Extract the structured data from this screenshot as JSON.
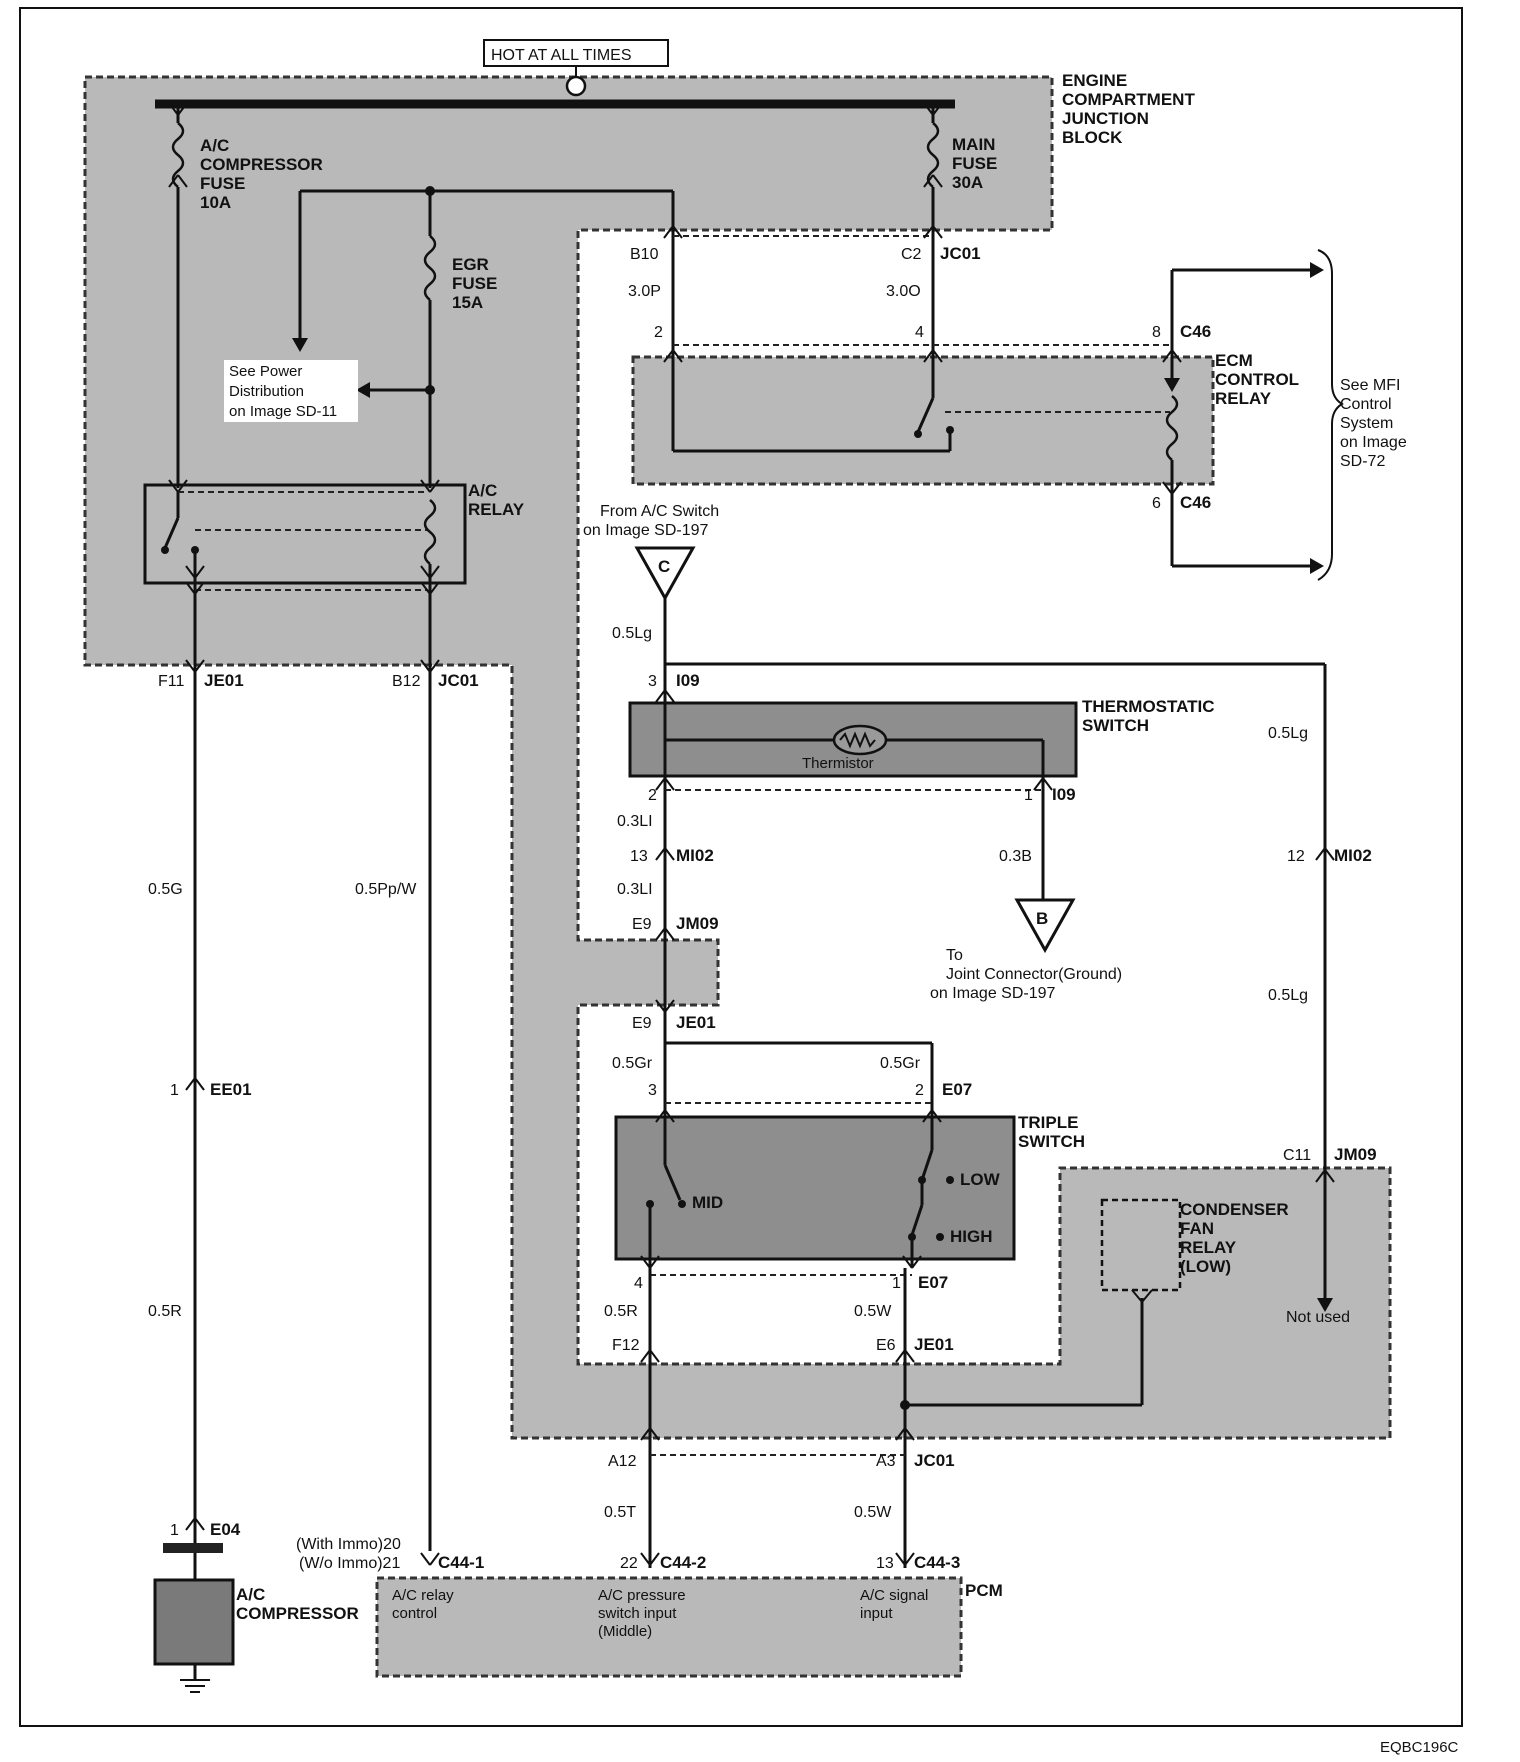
{
  "hot_label": "HOT AT ALL TIMES",
  "junction_block": [
    "ENGINE",
    "COMPARTMENT",
    "JUNCTION",
    "BLOCK"
  ],
  "ac_comp_fuse": [
    "A/C",
    "COMPRESSOR",
    "FUSE",
    "10A"
  ],
  "main_fuse": [
    "MAIN",
    "FUSE",
    "30A"
  ],
  "egr_fuse": [
    "EGR",
    "FUSE",
    "15A"
  ],
  "see_power": [
    "See Power",
    "Distribution",
    "on Image SD-11"
  ],
  "ac_relay": [
    "A/C",
    "RELAY"
  ],
  "ecm_relay": [
    "ECM",
    "CONTROL",
    "RELAY"
  ],
  "see_mfi": [
    "See MFI",
    "Control",
    "System",
    "on Image",
    "SD-72"
  ],
  "from_ac_switch": [
    "From A/C Switch",
    "on Image SD-197"
  ],
  "thermostatic": [
    "THERMOSTATIC",
    "SWITCH"
  ],
  "thermistor": "Thermistor",
  "to_joint": [
    "To",
    "Joint Connector(Ground)",
    "on Image SD-197"
  ],
  "triple": [
    "TRIPLE",
    "SWITCH"
  ],
  "mid": "MID",
  "low": "LOW",
  "high": "HIGH",
  "condenser": [
    "CONDENSER",
    "FAN",
    "RELAY",
    "(LOW)"
  ],
  "not_used": "Not used",
  "ac_compressor": [
    "A/C",
    "COMPRESSOR"
  ],
  "pcm": "PCM",
  "pcm_relay": [
    "A/C relay",
    "control"
  ],
  "pcm_pressure": [
    "A/C pressure",
    "switch input",
    "(Middle)"
  ],
  "pcm_signal": [
    "A/C signal",
    "input"
  ],
  "with_immo": "(With Immo)20",
  "wo_immo": "(W/o Immo)21",
  "connector_C": "C",
  "connector_B": "B",
  "code": "EQBC196C",
  "pins": {
    "b10": "B10",
    "c2": "C2",
    "jc01_top": "JC01",
    "p2": "2",
    "p4": "4",
    "p8": "8",
    "c46a": "C46",
    "p6": "6",
    "c46b": "C46",
    "f11": "F11",
    "je01_left": "JE01",
    "b12": "B12",
    "jc01_left": "JC01",
    "p3_i09": "3",
    "i09a": "I09",
    "p2_i09": "2",
    "p1_i09": "1",
    "i09b": "I09",
    "p13": "13",
    "mi02a": "MI02",
    "p12": "12",
    "mi02b": "MI02",
    "e9a": "E9",
    "jm09a": "JM09",
    "e9b": "E9",
    "je01_mid": "JE01",
    "p1_ee01": "1",
    "ee01": "EE01",
    "p3_e07": "3",
    "p2_e07": "2",
    "e07a": "E07",
    "p4_e07": "4",
    "p1_e07": "1",
    "e07b": "E07",
    "c11": "C11",
    "jm09b": "JM09",
    "f12": "F12",
    "e6": "E6",
    "je01_low": "JE01",
    "a12": "A12",
    "a3": "A3",
    "jc01_low": "JC01",
    "p1_e04": "1",
    "e04": "E04",
    "c44_1": "C44-1",
    "p22": "22",
    "c44_2": "C44-2",
    "p13_c44": "13",
    "c44_3": "C44-3"
  },
  "wires": {
    "w_30p": "3.0P",
    "w_30o": "3.0O",
    "w_05lg_a": "0.5Lg",
    "w_05lg_b": "0.5Lg",
    "w_05lg_c": "0.5Lg",
    "w_03li_a": "0.3LI",
    "w_03li_b": "0.3LI",
    "w_03b": "0.3B",
    "w_05g": "0.5G",
    "w_05ppw": "0.5Pp/W",
    "w_05gr_a": "0.5Gr",
    "w_05gr_b": "0.5Gr",
    "w_05r_a": "0.5R",
    "w_05r_b": "0.5R",
    "w_05w_a": "0.5W",
    "w_05t": "0.5T",
    "w_05w_b": "0.5W"
  }
}
